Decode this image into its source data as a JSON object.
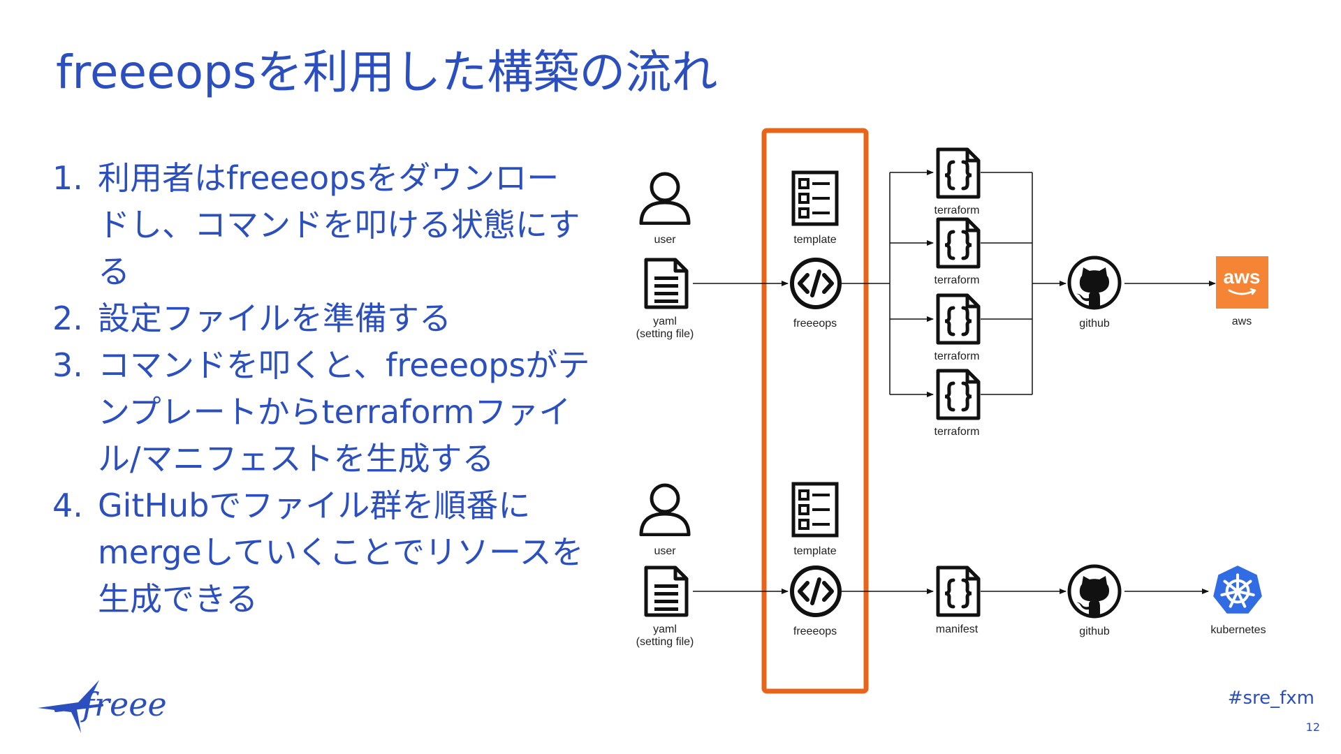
{
  "slide": {
    "title": "freeeopsを利用した構築の流れ",
    "hashtag": "#sre_fxm",
    "page_number": "12",
    "logo_text": "freee"
  },
  "steps": [
    {
      "num": "1.",
      "text": "利用者はfreeeopsをダウンロードし、コマンドを叩ける状態にする"
    },
    {
      "num": "2.",
      "text": "設定ファイルを準備する"
    },
    {
      "num": "3.",
      "text": "コマンドを叩くと、freeeopsがテンプレートからterraformファイル/マニフェストを生成する"
    },
    {
      "num": "4.",
      "text": "GitHubでファイル群を順番にmergeしていくことでリソースを生成できる"
    }
  ],
  "diagram": {
    "top_flow": {
      "user": "user",
      "yaml": "yaml",
      "yaml_sub": "(setting file)",
      "template": "template",
      "freeeops": "freeeops",
      "terraform_1": "terraform",
      "terraform_2": "terraform",
      "terraform_3": "terraform",
      "terraform_4": "terraform",
      "github": "github",
      "aws": "aws",
      "aws_badge": "aws"
    },
    "bottom_flow": {
      "user": "user",
      "yaml": "yaml",
      "yaml_sub": "(setting file)",
      "template": "template",
      "freeeops": "freeeops",
      "manifest": "manifest",
      "github": "github",
      "kubernetes": "kubernetes"
    }
  },
  "colors": {
    "title": "#2b4fbf",
    "highlight_box": "#e8641b",
    "aws_orange": "#f58534",
    "kubernetes_blue": "#326ce5"
  }
}
